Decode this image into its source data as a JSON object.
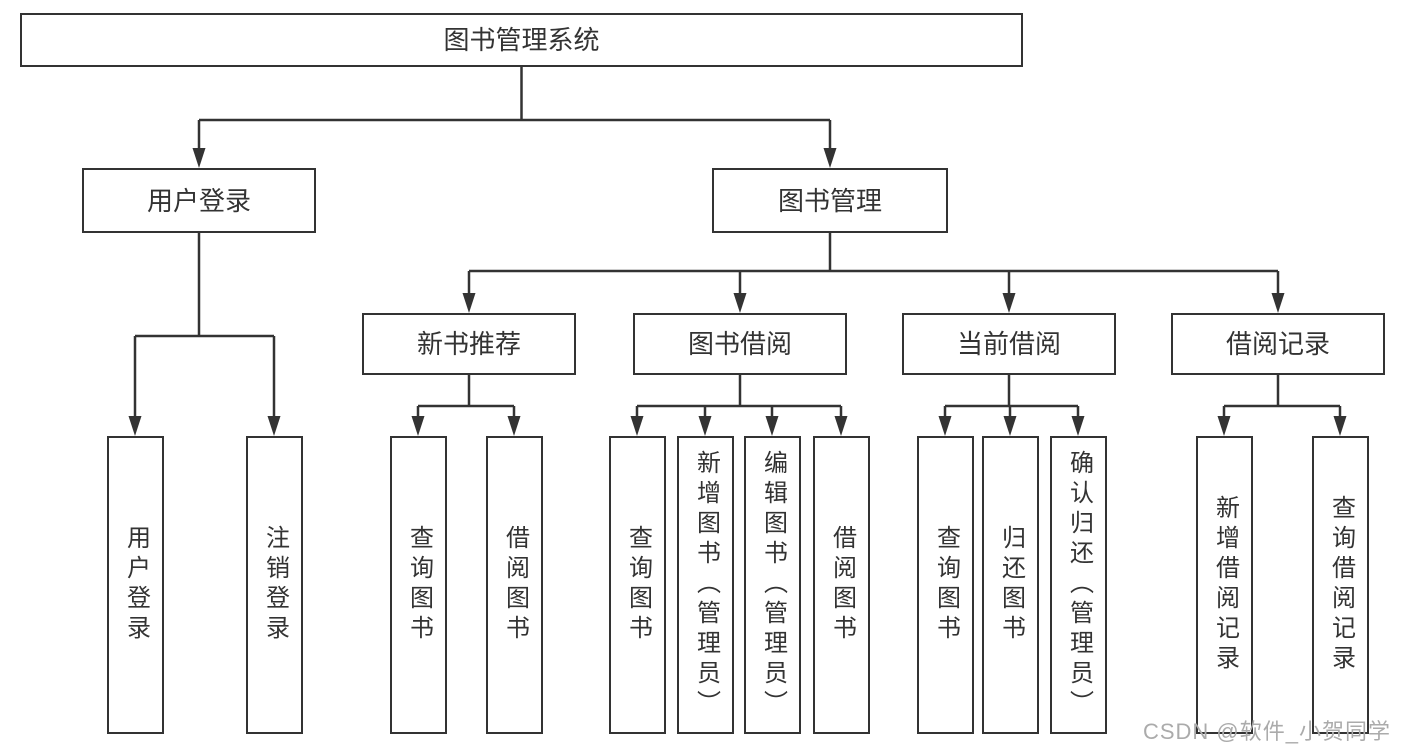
{
  "diagram_title": "图书管理系统",
  "tree": {
    "label": "图书管理系统",
    "children": [
      {
        "label": "用户登录",
        "children": [
          {
            "label": "用户登录"
          },
          {
            "label": "注销登录"
          }
        ]
      },
      {
        "label": "图书管理",
        "children": [
          {
            "label": "新书推荐",
            "children": [
              {
                "label": "查询图书"
              },
              {
                "label": "借阅图书"
              }
            ]
          },
          {
            "label": "图书借阅",
            "children": [
              {
                "label": "查询图书"
              },
              {
                "label": "新增图书（管理员）"
              },
              {
                "label": "编辑图书（管理员）"
              },
              {
                "label": "借阅图书"
              }
            ]
          },
          {
            "label": "当前借阅",
            "children": [
              {
                "label": "查询图书"
              },
              {
                "label": "归还图书"
              },
              {
                "label": "确认归还（管理员）"
              }
            ]
          },
          {
            "label": "借阅记录",
            "children": [
              {
                "label": "新增借阅记录"
              },
              {
                "label": "查询借阅记录"
              }
            ]
          }
        ]
      }
    ]
  },
  "watermark": {
    "text": "CSDN @软件_小贺同学"
  },
  "colors": {
    "line": "#333333",
    "box_border": "#333333",
    "text": "#333333",
    "watermark_text": "#ababab",
    "background": "#ffffff"
  }
}
